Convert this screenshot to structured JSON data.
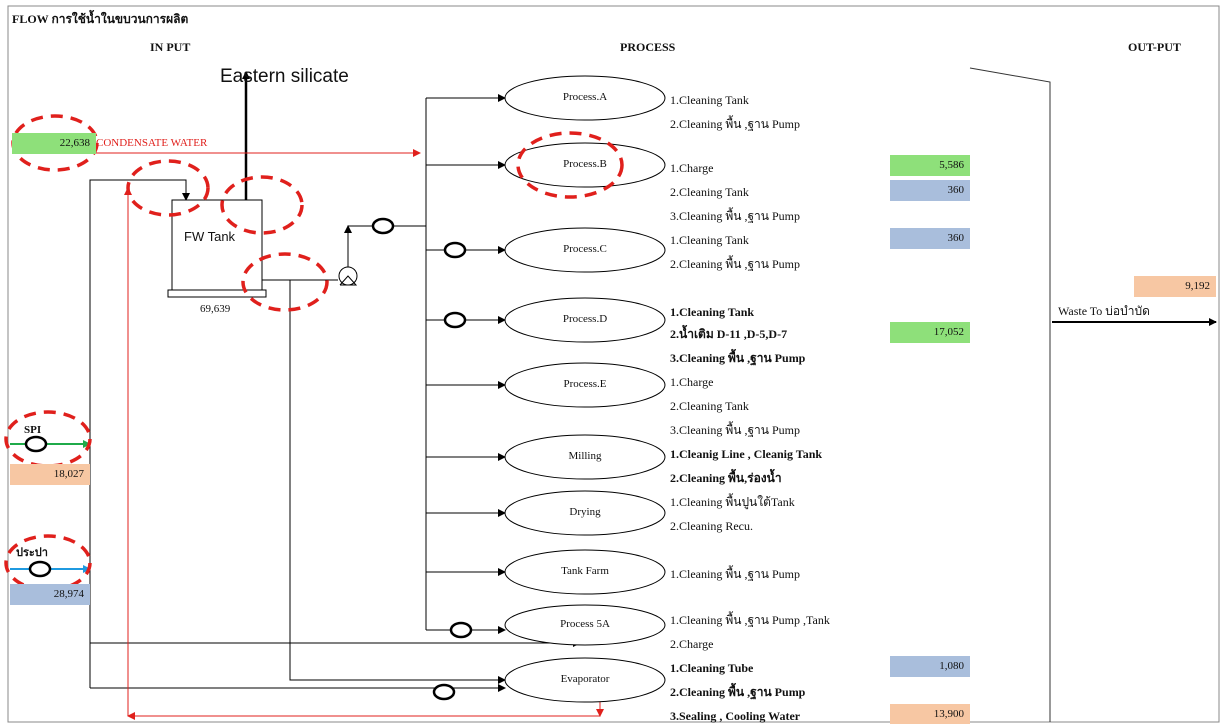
{
  "title": "FLOW การใช้น้ำในขบวนการผลิต",
  "headers": {
    "input": "IN PUT",
    "process": "PROCESS",
    "output": "OUT-PUT"
  },
  "top_label": "Eastern silicate",
  "condensate": {
    "value": "22,638",
    "label": "CONDENSATE  WATER"
  },
  "tank": {
    "name": "FW Tank",
    "value": "69,639"
  },
  "sources": [
    {
      "name": "SPI",
      "value": "18,027",
      "color": "#f7c7a3"
    },
    {
      "name": "ประปา",
      "value": "28,974",
      "color": "#a9bedc"
    }
  ],
  "processes": [
    {
      "name": "Process.A",
      "tasks": [
        "1.Cleaning Tank",
        "2.Cleaning พื้น ,ฐาน Pump"
      ]
    },
    {
      "name": "Process.B",
      "tasks": [
        "1.Charge",
        "2.Cleaning Tank",
        "3.Cleaning พื้น ,ฐาน Pump"
      ]
    },
    {
      "name": "Process.C",
      "tasks": [
        "1.Cleaning Tank",
        "2.Cleaning พื้น ,ฐาน Pump"
      ]
    },
    {
      "name": "Process.D",
      "tasks": [
        "1.Cleaning Tank",
        "2.น้ำเติม D-11 ,D-5,D-7",
        "3.Cleaning พื้น ,ฐาน Pump"
      ]
    },
    {
      "name": "Process.E",
      "tasks": [
        "1.Charge",
        "2.Cleaning Tank",
        "3.Cleaning พื้น ,ฐาน Pump"
      ]
    },
    {
      "name": "Milling",
      "tasks": [
        "1.Cleanig Line  , Cleanig Tank",
        "2.Cleaning พื้น,ร่องน้ำ"
      ]
    },
    {
      "name": "Drying",
      "tasks": [
        "1.Cleaning พื้นปูนใต้Tank",
        "2.Cleaning Recu."
      ]
    },
    {
      "name": "Tank Farm",
      "tasks": [
        "1.Cleaning พื้น ,ฐาน Pump"
      ]
    },
    {
      "name": "Process 5A",
      "tasks": [
        "1.Cleaning พื้น ,ฐาน Pump ,Tank",
        "2.Charge"
      ]
    },
    {
      "name": "Evaporator",
      "tasks": [
        "1.Cleaning Tube",
        "2.Cleaning พื้น ,ฐาน Pump",
        "3.Sealing , Cooling Water"
      ]
    }
  ],
  "values": {
    "b_charge": "5,586",
    "b_cleaning_tank": "360",
    "c_cleaning_tank": "360",
    "d_refill": "17,052",
    "evap_tube": "1,080",
    "evap_sealing": "13,900",
    "output_total": "9,192"
  },
  "output_label": "Waste To บ่อบำบัด",
  "colors": {
    "green": "#8ee07a",
    "blue": "#a9bedc",
    "peach": "#f7c7a3",
    "red_line": "#e0201c",
    "green_arrow": "#1faa4a",
    "blue_arrow": "#1f9ae0"
  }
}
